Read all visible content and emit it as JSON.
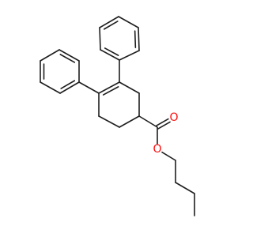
{
  "molecule": {
    "colors": {
      "background": "#ffffff",
      "bond": "#1e1e1e",
      "oxygen": "#ff0d0d"
    },
    "atoms": [
      {
        "id": "c1",
        "element": "C"
      },
      {
        "id": "c2",
        "element": "C"
      },
      {
        "id": "c3",
        "element": "C"
      },
      {
        "id": "c4",
        "element": "C"
      },
      {
        "id": "c5",
        "element": "C"
      },
      {
        "id": "c6",
        "element": "C"
      },
      {
        "id": "pa1",
        "element": "C"
      },
      {
        "id": "pa2",
        "element": "C"
      },
      {
        "id": "pa3",
        "element": "C"
      },
      {
        "id": "pa4",
        "element": "C"
      },
      {
        "id": "pa5",
        "element": "C"
      },
      {
        "id": "pa6",
        "element": "C"
      },
      {
        "id": "pb1",
        "element": "C"
      },
      {
        "id": "pb2",
        "element": "C"
      },
      {
        "id": "pb3",
        "element": "C"
      },
      {
        "id": "pb4",
        "element": "C"
      },
      {
        "id": "pb5",
        "element": "C"
      },
      {
        "id": "pb6",
        "element": "C"
      },
      {
        "id": "c7",
        "element": "C"
      },
      {
        "id": "o1",
        "element": "O",
        "label": "O"
      },
      {
        "id": "o2",
        "element": "O",
        "label": "O"
      },
      {
        "id": "b1",
        "element": "C"
      },
      {
        "id": "b2",
        "element": "C"
      },
      {
        "id": "b3",
        "element": "C"
      },
      {
        "id": "b4",
        "element": "C"
      }
    ],
    "bonds": [
      {
        "a": "c1",
        "b": "c2",
        "order": 1
      },
      {
        "a": "c2",
        "b": "c3",
        "order": 2
      },
      {
        "a": "c3",
        "b": "c4",
        "order": 1
      },
      {
        "a": "c4",
        "b": "c5",
        "order": 1
      },
      {
        "a": "c5",
        "b": "c6",
        "order": 1
      },
      {
        "a": "c6",
        "b": "c1",
        "order": 1
      },
      {
        "a": "c2",
        "b": "pa1",
        "order": 1
      },
      {
        "a": "pa1",
        "b": "pa2",
        "order": 2
      },
      {
        "a": "pa2",
        "b": "pa3",
        "order": 1
      },
      {
        "a": "pa3",
        "b": "pa4",
        "order": 2
      },
      {
        "a": "pa4",
        "b": "pa5",
        "order": 1
      },
      {
        "a": "pa5",
        "b": "pa6",
        "order": 2
      },
      {
        "a": "pa6",
        "b": "pa1",
        "order": 1
      },
      {
        "a": "c3",
        "b": "pb1",
        "order": 1
      },
      {
        "a": "pb1",
        "b": "pb2",
        "order": 2
      },
      {
        "a": "pb2",
        "b": "pb3",
        "order": 1
      },
      {
        "a": "pb3",
        "b": "pb4",
        "order": 2
      },
      {
        "a": "pb4",
        "b": "pb5",
        "order": 1
      },
      {
        "a": "pb5",
        "b": "pb6",
        "order": 2
      },
      {
        "a": "pb6",
        "b": "pb1",
        "order": 1
      },
      {
        "a": "c5",
        "b": "c7",
        "order": 1
      },
      {
        "a": "c7",
        "b": "o1",
        "order": 2
      },
      {
        "a": "c7",
        "b": "o2",
        "order": 1
      },
      {
        "a": "o2",
        "b": "b1",
        "order": 1
      },
      {
        "a": "b1",
        "b": "b2",
        "order": 1
      },
      {
        "a": "b2",
        "b": "b3",
        "order": 1
      },
      {
        "a": "b3",
        "b": "b4",
        "order": 1
      }
    ]
  }
}
